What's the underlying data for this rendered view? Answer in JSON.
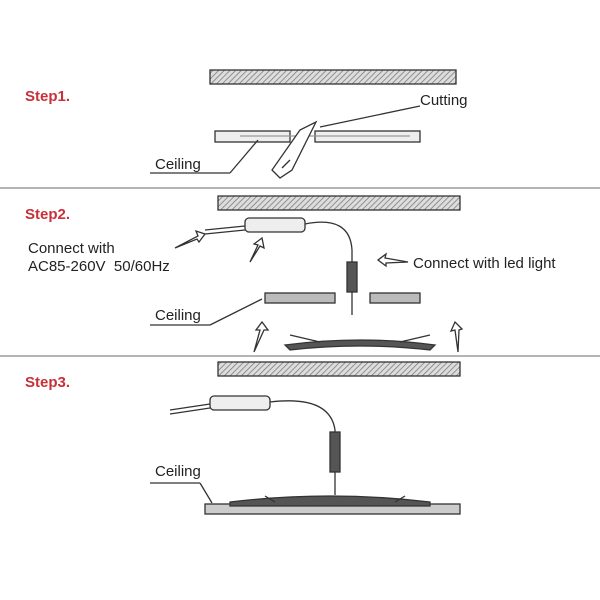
{
  "steps": [
    {
      "title": "Step1.",
      "labels": {
        "cutting": "Cutting",
        "ceiling": "Ceiling"
      }
    },
    {
      "title": "Step2.",
      "labels": {
        "connect_line1": "Connect with",
        "voltage": "AC85-260V",
        "frequency": "50/60Hz",
        "connect_led": "Connect with led light",
        "ceiling": "Ceiling"
      }
    },
    {
      "title": "Step3.",
      "labels": {
        "ceiling": "Ceiling"
      }
    }
  ],
  "colors": {
    "step_title": "#c8303a",
    "line": "#333333",
    "divider": "#888888"
  }
}
